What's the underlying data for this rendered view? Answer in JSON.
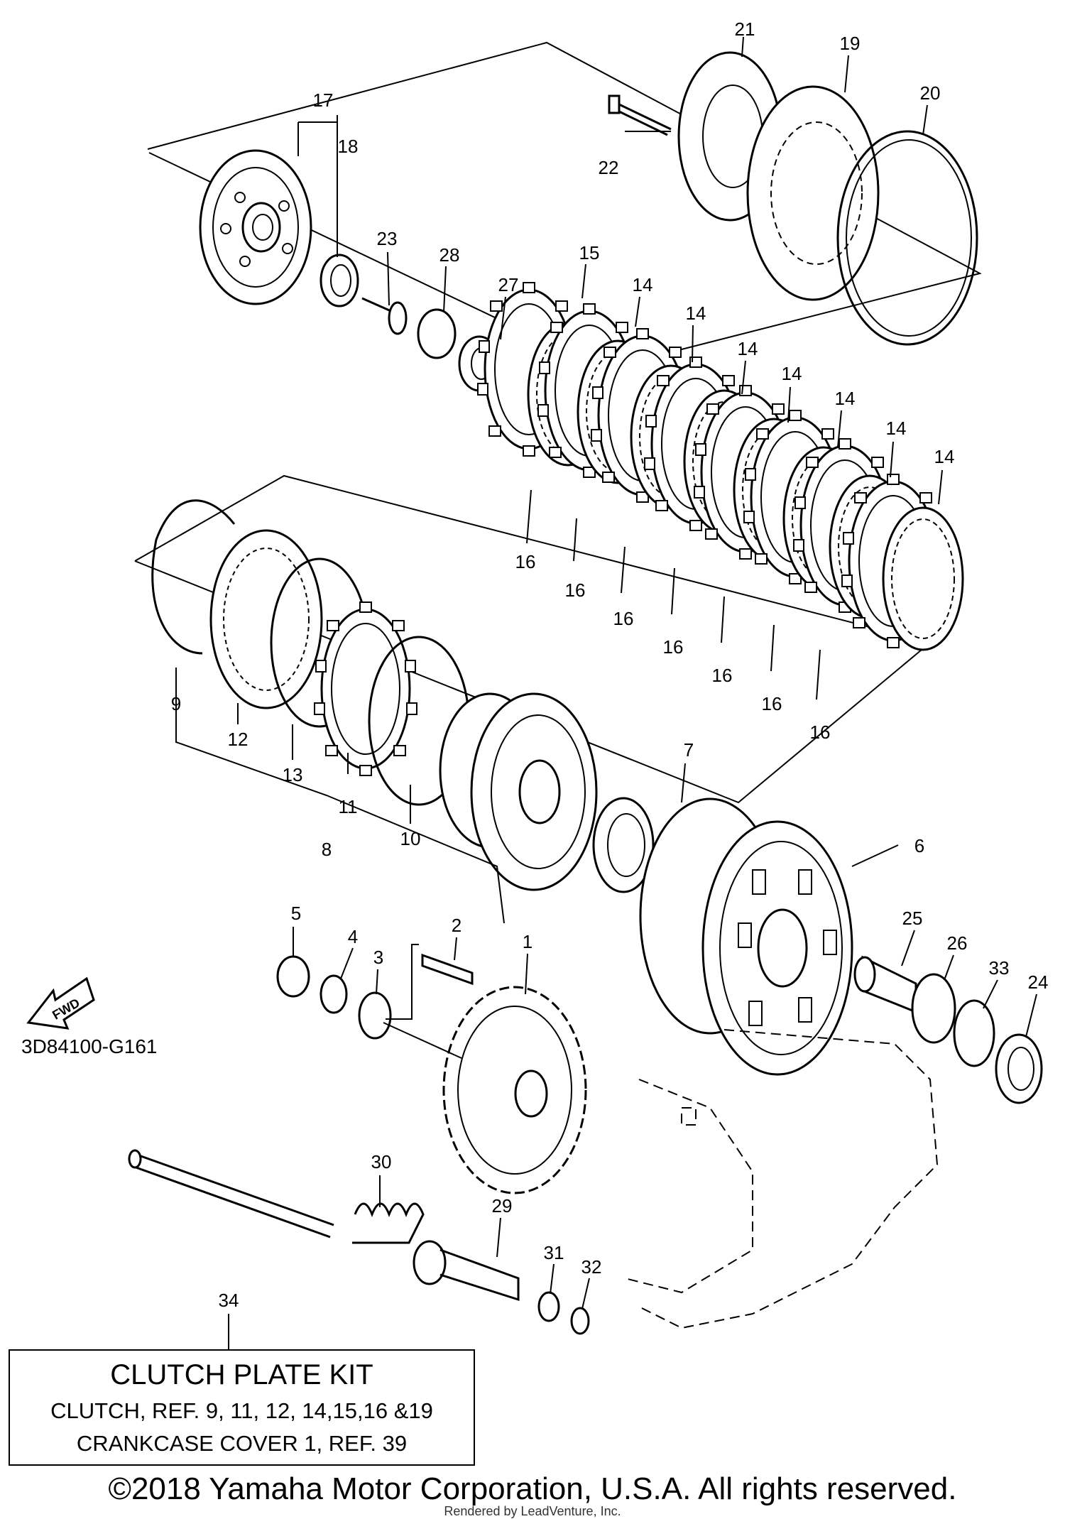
{
  "diagram_code": "3D84100-G161",
  "fwd_label": "FWD",
  "labels": {
    "l1": "1",
    "l2": "2",
    "l3": "3",
    "l4": "4",
    "l5": "5",
    "l6": "6",
    "l7": "7",
    "l8": "8",
    "l9": "9",
    "l10": "10",
    "l11": "11",
    "l12": "12",
    "l13": "13",
    "l14": "14",
    "l15": "15",
    "l16": "16",
    "l17": "17",
    "l18": "18",
    "l19": "19",
    "l20": "20",
    "l21": "21",
    "l22": "22",
    "l23": "23",
    "l24": "24",
    "l25": "25",
    "l26": "26",
    "l27": "27",
    "l28": "28",
    "l29": "29",
    "l30": "30",
    "l31": "31",
    "l32": "32",
    "l33": "33",
    "l34": "34"
  },
  "kit_box": {
    "title": "CLUTCH PLATE KIT",
    "line1": "CLUTCH, REF.  9, 11, 12, 14,15,16 &19",
    "line2": "CRANKCASE COVER 1, REF. 39"
  },
  "copyright": "©2018 Yamaha Motor Corporation, U.S.A. All rights reserved.",
  "rendered_by": "Rendered by LeadVenture, Inc."
}
